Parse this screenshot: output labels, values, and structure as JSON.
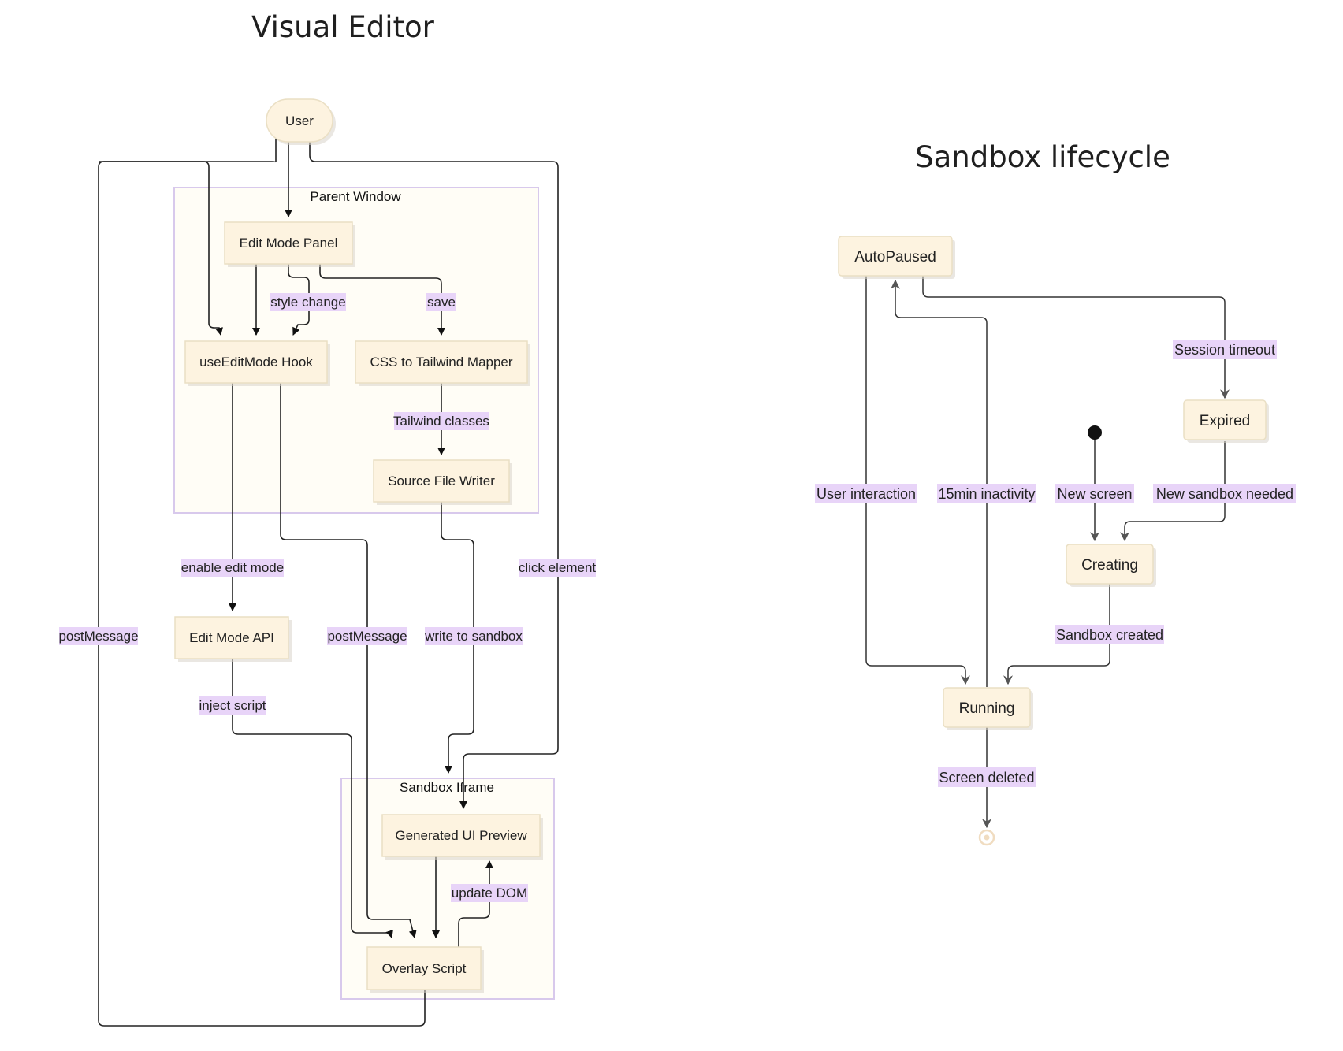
{
  "diagrams": {
    "visual_editor": {
      "title": "Visual Editor",
      "clusters": {
        "parent_window": "Parent Window",
        "sandbox_iframe": "Sandbox Iframe"
      },
      "nodes": {
        "user": "User",
        "edit_mode_panel": "Edit Mode Panel",
        "use_edit_mode_hook": "useEditMode Hook",
        "css_mapper": "CSS to Tailwind Mapper",
        "source_file_writer": "Source File Writer",
        "edit_mode_api": "Edit Mode API",
        "generated_ui_preview": "Generated UI Preview",
        "overlay_script": "Overlay Script"
      },
      "edges": {
        "style_change": "style change",
        "save": "save",
        "tailwind_classes": "Tailwind classes",
        "enable_edit_mode": "enable edit mode",
        "click_element": "click element",
        "post_message_left": "postMessage",
        "post_message_mid": "postMessage",
        "write_to_sandbox": "write to sandbox",
        "inject_script": "inject script",
        "update_dom": "update DOM"
      }
    },
    "sandbox_lifecycle": {
      "title": "Sandbox lifecycle",
      "states": {
        "auto_paused": "AutoPaused",
        "expired": "Expired",
        "creating": "Creating",
        "running": "Running"
      },
      "transitions": {
        "session_timeout": "Session timeout",
        "user_interaction": "User interaction",
        "inactivity": "15min inactivity",
        "new_screen": "New screen",
        "new_sandbox_needed": "New sandbox needed",
        "sandbox_created": "Sandbox created",
        "screen_deleted": "Screen deleted"
      }
    }
  },
  "colors": {
    "node_fill": "#fdf3e0",
    "cluster_fill": "#fffdf6",
    "cluster_border": "#d8c9ec",
    "edge_label_bg": "#e8d4f8",
    "edge": "#222222"
  }
}
